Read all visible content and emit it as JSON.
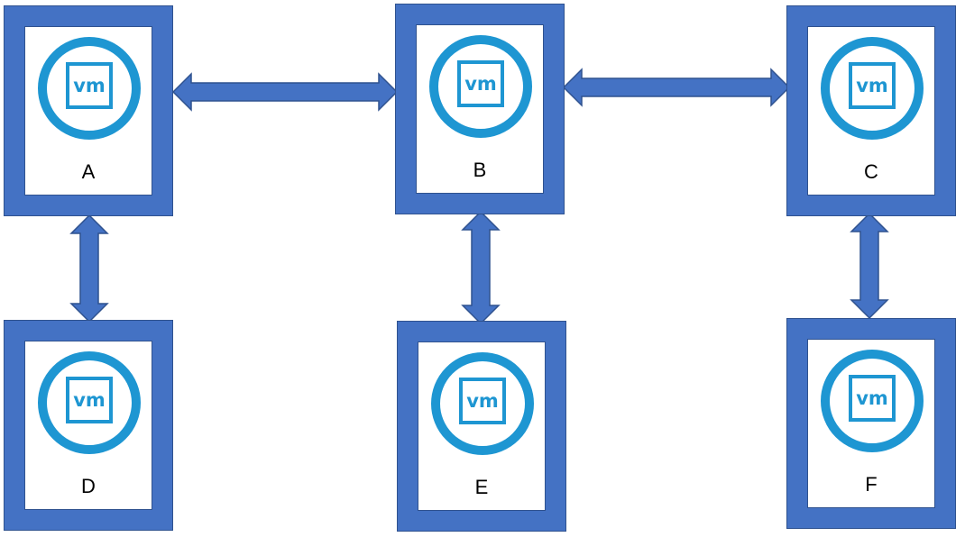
{
  "diagram": {
    "colors": {
      "box_fill": "#4472c4",
      "box_border": "#2f528f",
      "arrow_fill": "#4472c4",
      "arrow_border": "#2f528f",
      "vm_icon": "#1e96d2"
    },
    "icon": "vm-icon",
    "nodes": [
      {
        "id": "A",
        "label": "A",
        "icon_text": "vm"
      },
      {
        "id": "B",
        "label": "B",
        "icon_text": "vm"
      },
      {
        "id": "C",
        "label": "C",
        "icon_text": "vm"
      },
      {
        "id": "D",
        "label": "D",
        "icon_text": "vm"
      },
      {
        "id": "E",
        "label": "E",
        "icon_text": "vm"
      },
      {
        "id": "F",
        "label": "F",
        "icon_text": "vm"
      }
    ],
    "edges": [
      {
        "from": "A",
        "to": "B",
        "type": "bidirectional"
      },
      {
        "from": "B",
        "to": "C",
        "type": "bidirectional"
      },
      {
        "from": "A",
        "to": "D",
        "type": "bidirectional"
      },
      {
        "from": "B",
        "to": "E",
        "type": "bidirectional"
      },
      {
        "from": "C",
        "to": "F",
        "type": "bidirectional"
      }
    ]
  }
}
